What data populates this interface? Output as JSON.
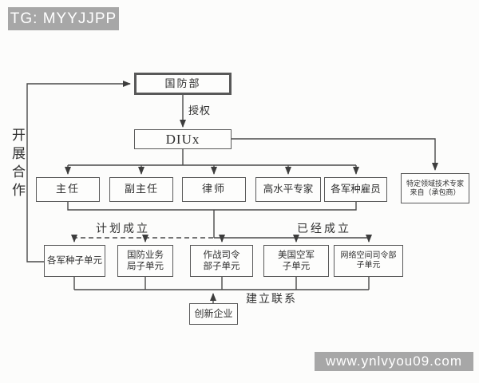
{
  "watermarks": {
    "top_left": "TG: MYYJJPP",
    "bottom_right": "www.ynlvyou09.com"
  },
  "diagram": {
    "nodes": {
      "mod": "国防部",
      "diux": "DIUx",
      "director": "主任",
      "deputy_director": "副主任",
      "lawyer": "律师",
      "high_level_experts": "高水平专家",
      "service_employees": "各军种雇员",
      "contractor_line1": "特定领域技术专家",
      "contractor_line2": "来自（承包商）",
      "service_subunit": "各军种子单元",
      "dbb_line1": "国防业务",
      "dbb_line2": "局子单元",
      "combatant_line1": "作战司令",
      "combatant_line2": "部子单元",
      "usaf_line1": "美国空军",
      "usaf_line2": "子单元",
      "cyber_line1": "网络空间司令部",
      "cyber_line2": "子单元",
      "innovators": "创新企业"
    },
    "edge_labels": {
      "authorize": "授权",
      "cooperate": "开展合作",
      "planned": "计划成立",
      "established": "已经成立",
      "connect": "建立联系"
    }
  },
  "colors": {
    "line": "#4a4a4a",
    "text": "#2f2f2f",
    "badge_bg": "#a7a7a7",
    "badge_text": "#ffffff",
    "background": "#fcfcfb"
  }
}
